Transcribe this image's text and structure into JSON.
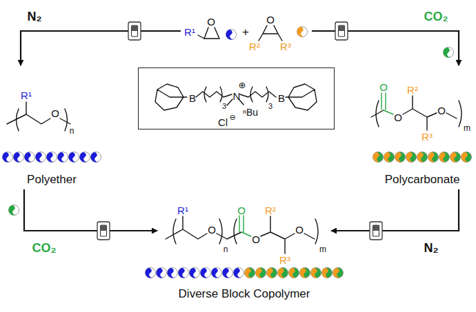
{
  "diagram": {
    "nodes": [
      {
        "text": [
          "O",
          "R¹",
          "+",
          "O",
          "R²",
          "R³"
        ]
      },
      {
        "text": [
          "R¹",
          "O",
          "n",
          "Polyether"
        ]
      },
      {
        "text": [
          "B",
          "3",
          "⊕",
          "N",
          "3",
          "B",
          "Cl",
          "⊖",
          "ⁿBu"
        ]
      },
      {
        "text": [
          "O",
          "O",
          "R²",
          "R³",
          "O",
          "m",
          "Polycarbonate"
        ]
      },
      {
        "text": [
          "R¹",
          "O",
          "n",
          "O",
          "O",
          "R²",
          "R³",
          "O",
          "m",
          "Diverse Block Copolymer"
        ]
      }
    ],
    "edges": [
      {
        "from": 0,
        "to": 1,
        "arrow": "to",
        "label": "N₂"
      },
      {
        "from": 0,
        "to": 3,
        "arrow": "to",
        "label": "CO₂"
      },
      {
        "from": 1,
        "to": 4,
        "arrow": "to",
        "label": "CO₂"
      },
      {
        "from": 3,
        "to": 4,
        "arrow": "to",
        "label": "N₂"
      }
    ]
  }
}
